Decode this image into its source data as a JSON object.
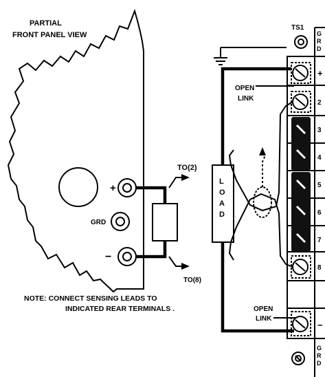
{
  "panel": {
    "title_line1": "PARTIAL",
    "title_line2": "FRONT PANEL VIEW",
    "term_plus": "+",
    "term_grd": "GRD",
    "term_minus": "−"
  },
  "load": {
    "label_chars": [
      "L",
      "O",
      "A",
      "D"
    ],
    "to2": "TO(2)",
    "to8": "TO(8)"
  },
  "note": {
    "line1": "NOTE: CONNECT SENSING LEADS TO",
    "line2": "INDICATED REAR TERMINALS ."
  },
  "strip": {
    "name": "TS1",
    "open_link_top_1": "OPEN",
    "open_link_top_2": "LINK",
    "open_link_bot_1": "OPEN",
    "open_link_bot_2": "LINK",
    "grd_top": [
      "G",
      "R",
      "D"
    ],
    "grd_bot": [
      "G",
      "R",
      "D"
    ],
    "terminals": [
      "+",
      "2",
      "3",
      "4",
      "5",
      "6",
      "7",
      "8",
      "−"
    ]
  }
}
